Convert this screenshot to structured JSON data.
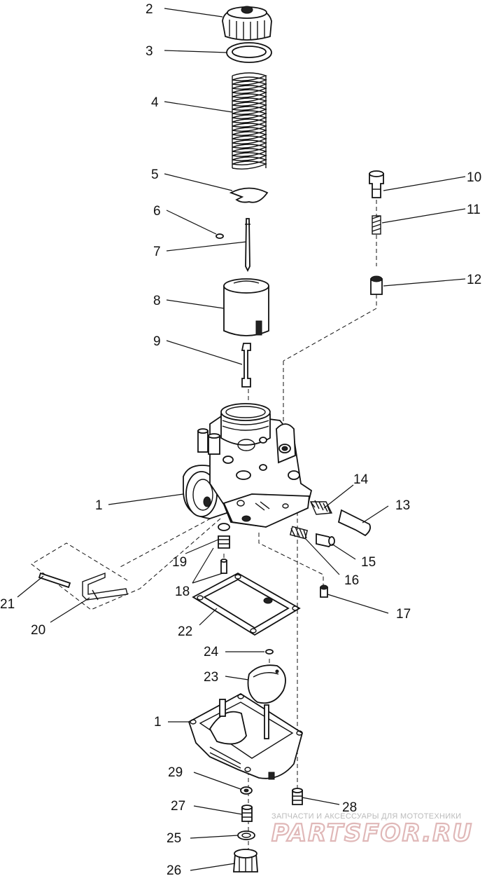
{
  "callouts": [
    "1",
    "2",
    "3",
    "4",
    "5",
    "6",
    "7",
    "8",
    "9",
    "10",
    "11",
    "12",
    "13",
    "14",
    "15",
    "16",
    "17",
    "18",
    "19",
    "20",
    "21",
    "22",
    "23",
    "24",
    "25",
    "26",
    "27",
    "28",
    "29"
  ],
  "callout_body_upper": "1",
  "callout_body_lower": "1",
  "watermark": {
    "tagline": "ЗАПЧАСТИ И АКСЕССУАРЫ ДЛЯ МОТОТЕХНИКИ",
    "logo_text": "PARTSFOR.RU"
  }
}
